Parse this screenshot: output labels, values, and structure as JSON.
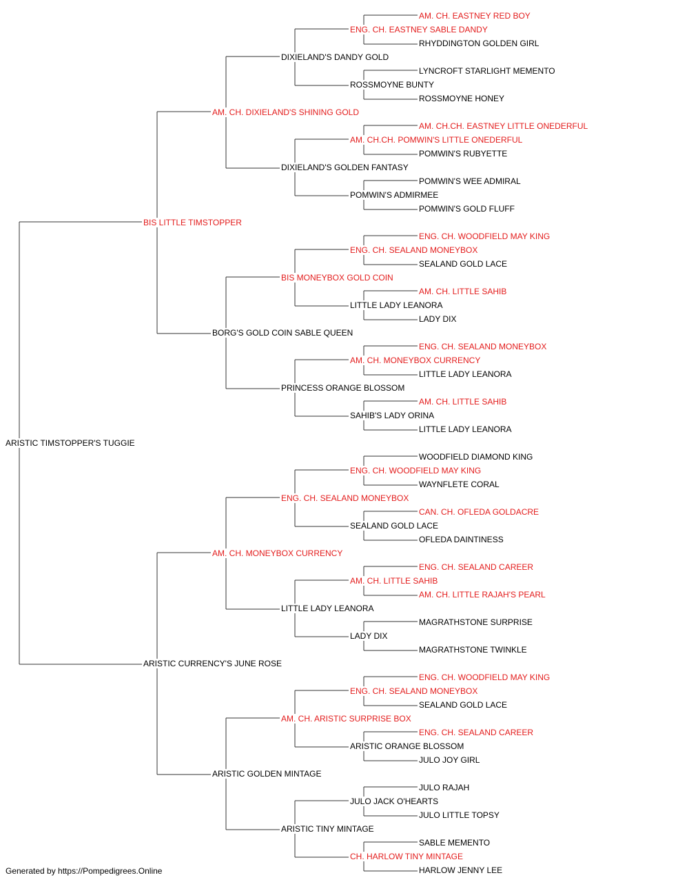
{
  "colors": {
    "champion": "#e31b1b",
    "normal": "#000000",
    "line": "#333333"
  },
  "root": {
    "name": "ARISTIC TIMSTOPPER'S TUGGIE",
    "champion": false,
    "sire": {
      "name": "BIS LITTLE TIMSTOPPER",
      "champion": true,
      "sire": {
        "name": "AM. CH. DIXIELAND'S SHINING GOLD",
        "champion": true,
        "sire": {
          "name": "DIXIELAND'S DANDY GOLD",
          "champion": false,
          "sire": {
            "name": "ENG. CH. EASTNEY SABLE DANDY",
            "champion": true,
            "sire": {
              "name": "AM. CH. EASTNEY RED BOY",
              "champion": true
            },
            "dam": {
              "name": "RHYDDINGTON GOLDEN GIRL",
              "champion": false
            }
          },
          "dam": {
            "name": "ROSSMOYNE BUNTY",
            "champion": false,
            "sire": {
              "name": "LYNCROFT STARLIGHT MEMENTO",
              "champion": false
            },
            "dam": {
              "name": "ROSSMOYNE HONEY",
              "champion": false
            }
          }
        },
        "dam": {
          "name": "DIXIELAND'S GOLDEN FANTASY",
          "champion": false,
          "sire": {
            "name": "AM. CH.CH. POMWIN'S LITTLE ONEDERFUL",
            "champion": true,
            "sire": {
              "name": "AM. CH.CH. EASTNEY LITTLE ONEDERFUL",
              "champion": true
            },
            "dam": {
              "name": "POMWIN'S RUBYETTE",
              "champion": false
            }
          },
          "dam": {
            "name": "POMWIN'S ADMIRMEE",
            "champion": false,
            "sire": {
              "name": "POMWIN'S WEE ADMIRAL",
              "champion": false
            },
            "dam": {
              "name": "POMWIN'S GOLD FLUFF",
              "champion": false
            }
          }
        }
      },
      "dam": {
        "name": "BORG'S GOLD COIN SABLE QUEEN",
        "champion": false,
        "sire": {
          "name": "BIS MONEYBOX GOLD COIN",
          "champion": true,
          "sire": {
            "name": "ENG. CH. SEALAND MONEYBOX",
            "champion": true,
            "sire": {
              "name": "ENG. CH. WOODFIELD MAY KING",
              "champion": true
            },
            "dam": {
              "name": "SEALAND GOLD LACE",
              "champion": false
            }
          },
          "dam": {
            "name": "LITTLE LADY LEANORA",
            "champion": false,
            "sire": {
              "name": "AM. CH. LITTLE SAHIB",
              "champion": true
            },
            "dam": {
              "name": "LADY DIX",
              "champion": false
            }
          }
        },
        "dam": {
          "name": "PRINCESS ORANGE BLOSSOM",
          "champion": false,
          "sire": {
            "name": "AM. CH. MONEYBOX CURRENCY",
            "champion": true,
            "sire": {
              "name": "ENG. CH. SEALAND MONEYBOX",
              "champion": true
            },
            "dam": {
              "name": "LITTLE LADY LEANORA",
              "champion": false
            }
          },
          "dam": {
            "name": "SAHIB'S LADY ORINA",
            "champion": false,
            "sire": {
              "name": "AM. CH. LITTLE SAHIB",
              "champion": true
            },
            "dam": {
              "name": "LITTLE LADY LEANORA",
              "champion": false
            }
          }
        }
      }
    },
    "dam": {
      "name": "ARISTIC CURRENCY'S JUNE ROSE",
      "champion": false,
      "sire": {
        "name": "AM. CH. MONEYBOX CURRENCY",
        "champion": true,
        "sire": {
          "name": "ENG. CH. SEALAND MONEYBOX",
          "champion": true,
          "sire": {
            "name": "ENG. CH. WOODFIELD MAY KING",
            "champion": true,
            "sire": {
              "name": "WOODFIELD DIAMOND KING",
              "champion": false
            },
            "dam": {
              "name": "WAYNFLETE CORAL",
              "champion": false
            }
          },
          "dam": {
            "name": "SEALAND GOLD LACE",
            "champion": false,
            "sire": {
              "name": "CAN. CH. OFLEDA GOLDACRE",
              "champion": true
            },
            "dam": {
              "name": "OFLEDA DAINTINESS",
              "champion": false
            }
          }
        },
        "dam": {
          "name": "LITTLE LADY LEANORA",
          "champion": false,
          "sire": {
            "name": "AM. CH. LITTLE SAHIB",
            "champion": true,
            "sire": {
              "name": "ENG. CH. SEALAND CAREER",
              "champion": true
            },
            "dam": {
              "name": "AM. CH. LITTLE RAJAH'S PEARL",
              "champion": true
            }
          },
          "dam": {
            "name": "LADY DIX",
            "champion": false,
            "sire": {
              "name": "MAGRATHSTONE SURPRISE",
              "champion": false
            },
            "dam": {
              "name": "MAGRATHSTONE TWINKLE",
              "champion": false
            }
          }
        }
      },
      "dam": {
        "name": "ARISTIC GOLDEN MINTAGE",
        "champion": false,
        "sire": {
          "name": "AM. CH. ARISTIC SURPRISE BOX",
          "champion": true,
          "sire": {
            "name": "ENG. CH. SEALAND MONEYBOX",
            "champion": true,
            "sire": {
              "name": "ENG. CH. WOODFIELD MAY KING",
              "champion": true
            },
            "dam": {
              "name": "SEALAND GOLD LACE",
              "champion": false
            }
          },
          "dam": {
            "name": "ARISTIC ORANGE BLOSSOM",
            "champion": false,
            "sire": {
              "name": "ENG. CH. SEALAND CAREER",
              "champion": true
            },
            "dam": {
              "name": "JULO JOY GIRL",
              "champion": false
            }
          }
        },
        "dam": {
          "name": "ARISTIC TINY MINTAGE",
          "champion": false,
          "sire": {
            "name": "JULO JACK O'HEARTS",
            "champion": false,
            "sire": {
              "name": "JULO RAJAH",
              "champion": false
            },
            "dam": {
              "name": "JULO LITTLE TOPSY",
              "champion": false
            }
          },
          "dam": {
            "name": "CH. HARLOW TINY MINTAGE",
            "champion": true,
            "sire": {
              "name": "SABLE MEMENTO",
              "champion": false
            },
            "dam": {
              "name": "HARLOW JENNY LEE",
              "champion": false
            }
          }
        }
      }
    }
  },
  "footer": "Generated by https://Pompedigrees.Online"
}
